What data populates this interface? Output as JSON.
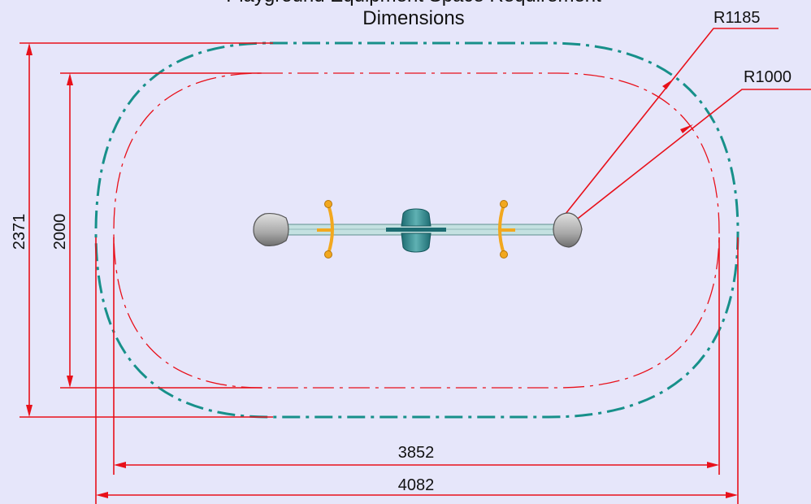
{
  "title": {
    "line1": "Playground Equipment Space Requirement",
    "line2": "Dimensions"
  },
  "dimensions": {
    "outer_radius": "R1185",
    "inner_radius": "R1000",
    "outer_height": "2371",
    "inner_height": "2000",
    "inner_width": "3852",
    "outer_width": "4082"
  },
  "colors": {
    "background": "#e6e6fa",
    "dimension_lines": "#e8101a",
    "outer_zone": "#17908a",
    "inner_zone": "#e8101a",
    "handles": "#f2a81f",
    "bar": "#c4e1e1",
    "fulcrum": "#2f8a8e",
    "seats": "#b3b3b3"
  },
  "icons": [
    "seesaw-icon"
  ]
}
